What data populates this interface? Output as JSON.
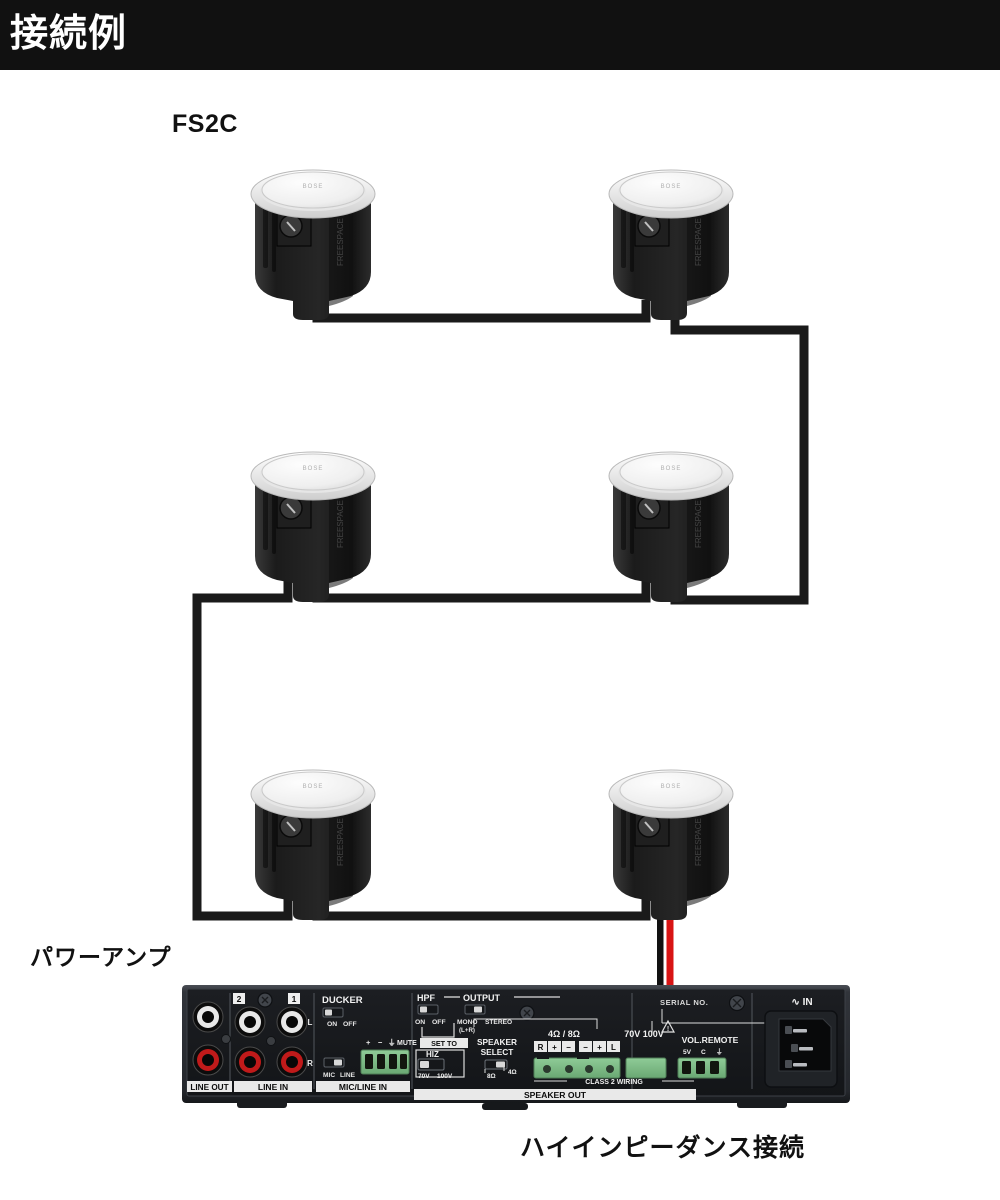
{
  "header": {
    "title": "接続例"
  },
  "labels": {
    "speaker_model": "FS2C",
    "amplifier": "パワーアンプ",
    "connection_type": "ハイインピーダンス接続"
  },
  "diagram": {
    "type": "speaker-wiring-diagram",
    "speaker_count": 6,
    "speaker_grid": "3 rows x 2 columns",
    "wiring": "daisy-chain series loop from amplifier 70V/100V high-impedance terminal"
  },
  "amplifier_panel": {
    "sections": [
      {
        "name": "line-out",
        "label": "LINE OUT",
        "jacks": [
          {
            "color": "#e8e8e8",
            "channel": "L"
          },
          {
            "color": "#c01a1a",
            "channel": "R"
          }
        ]
      },
      {
        "name": "line-in",
        "label": "LINE IN",
        "channel_numbers": [
          "2",
          "1"
        ],
        "channel_letters": [
          "L",
          "R"
        ],
        "jacks": [
          {
            "color": "#e8e8e8",
            "channel": "L"
          },
          {
            "color": "#c01a1a",
            "channel": "R"
          },
          {
            "color": "#e8e8e8",
            "channel": "L"
          },
          {
            "color": "#c01a1a",
            "channel": "R"
          }
        ]
      },
      {
        "name": "mic-line-in",
        "label": "MIC/LINE IN",
        "ducker_label": "DUCKER",
        "ducker_options": [
          "ON",
          "OFF"
        ],
        "source_options": [
          "MIC",
          "LINE"
        ],
        "terminal_marks": [
          "+",
          "−",
          "⏚",
          "MUTE"
        ]
      },
      {
        "name": "speaker-out",
        "label": "SPEAKER OUT",
        "hpf_label": "HPF",
        "hpf_options": [
          "ON",
          "OFF"
        ],
        "output_label": "OUTPUT",
        "output_options": [
          "MONO",
          "STEREO"
        ],
        "output_sub": "(L+R)",
        "set_to_label": "SET TO",
        "hiz_label": "HIZ",
        "hiz_options": [
          "70V",
          "100V"
        ],
        "speaker_select_label": "SPEAKER SELECT",
        "impedance_options": [
          "8Ω",
          "4Ω"
        ],
        "lowz_label": "4Ω / 8Ω",
        "terminal_marks": [
          "R",
          "+",
          "−",
          "−",
          "+",
          "L"
        ],
        "hiz_terminal_label": "70V 100V",
        "class2_label": "CLASS 2 WIRING"
      },
      {
        "name": "vol-remote",
        "label": "VOL.REMOTE",
        "pins": [
          "5V",
          "C",
          "⏚"
        ]
      },
      {
        "name": "serial",
        "label": "SERIAL  NO."
      },
      {
        "name": "ac-inlet",
        "label": "∼ IN"
      }
    ]
  },
  "colors": {
    "header_bg": "#111111",
    "header_text": "#ffffff",
    "page_bg": "#ffffff",
    "wire": "#1a1a1a",
    "amp_body": "#2e3136",
    "amp_panel": "#1b1d21",
    "terminal_green": "#7dbb86",
    "jack_red": "#c01a1a",
    "jack_white": "#e8e8e8",
    "wire_red": "#d81414",
    "wire_black": "#111111",
    "wire_white": "#ffffff"
  }
}
